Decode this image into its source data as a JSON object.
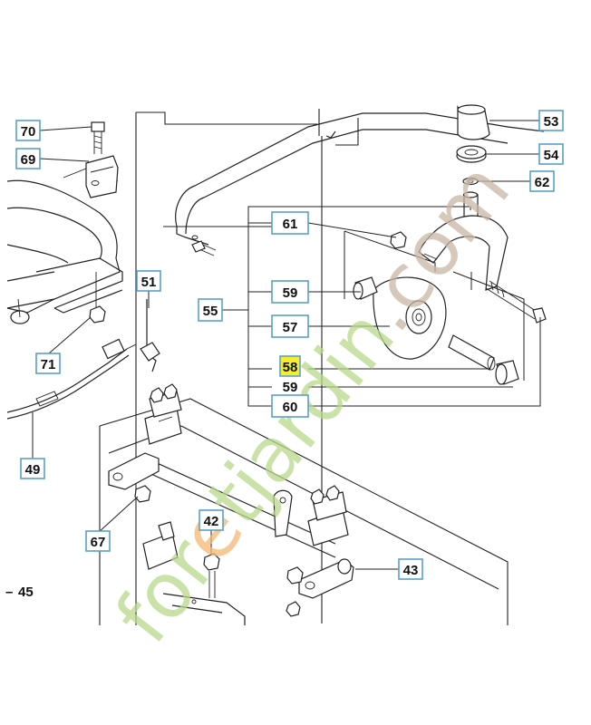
{
  "callouts": {
    "p70": "70",
    "p69": "69",
    "p51": "51",
    "p71": "71",
    "p49": "49",
    "p67": "67",
    "p42": "42",
    "p45": "45",
    "p45_dash": "–",
    "p53": "53",
    "p54": "54",
    "p62": "62",
    "p61": "61",
    "p55": "55",
    "p59a": "59",
    "p57": "57",
    "p58": "58",
    "p59b": "59",
    "p60": "60",
    "p43": "43"
  },
  "highlighted_part": "58",
  "colors": {
    "highlight": "#f4ef2a",
    "callout_border": "#5aa0c8",
    "line": "#222222",
    "watermark_green": "#b9d98a",
    "watermark_brown": "#c9b8a6",
    "watermark_orange": "#f3b874"
  },
  "watermark": {
    "part1": "for",
    "part2": "e",
    "part3": "tjardin",
    "part4": ".com"
  }
}
